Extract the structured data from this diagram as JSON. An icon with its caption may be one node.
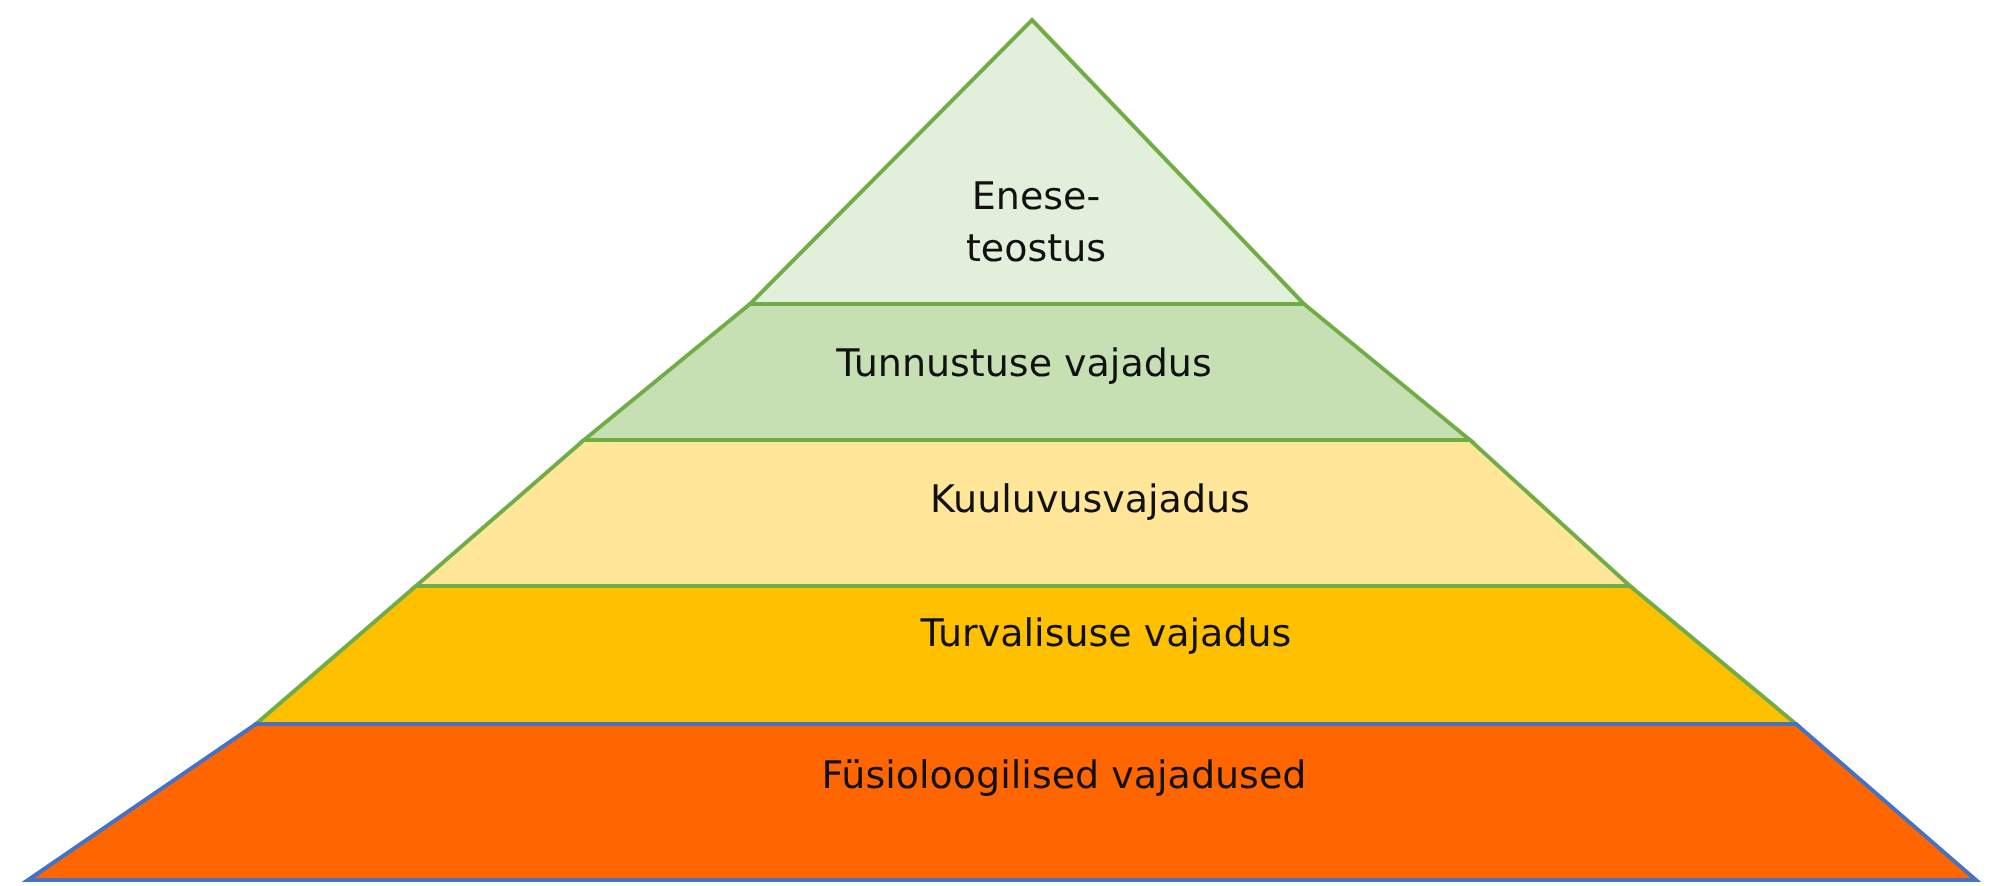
{
  "diagram": {
    "nodes": [
      {
        "text": [
          "Enese- teostus"
        ]
      },
      {
        "text": [
          "Tunnustuse vajadus"
        ]
      },
      {
        "text": [
          "Kuuluvusvajadus"
        ]
      },
      {
        "text": [
          "Turvalisuse vajadus"
        ]
      },
      {
        "text": [
          "Füsioloogilised vajadused"
        ]
      }
    ]
  }
}
